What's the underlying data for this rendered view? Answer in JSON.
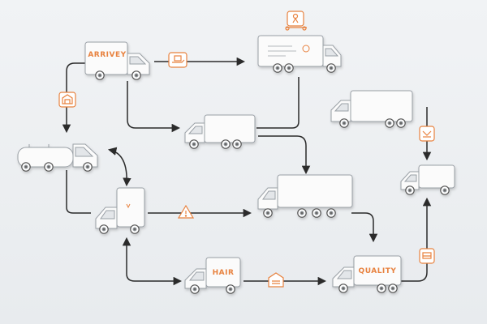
{
  "colors": {
    "background": "#eef0f2",
    "truck_body": "#fbfbfb",
    "truck_stroke": "#9aa0a6",
    "arrow": "#2b2b2b",
    "accent": "#e8823f"
  },
  "labels": {
    "truck_top_left": "ARRIVEY",
    "truck_bottom_center": "HAIR",
    "truck_bottom_right": "QUALITY"
  },
  "icons": [
    "box-in-hand-icon",
    "person-on-truck-icon",
    "warehouse-icon",
    "handshake-icon",
    "warning-icon",
    "package-icon",
    "pallet-icon"
  ]
}
